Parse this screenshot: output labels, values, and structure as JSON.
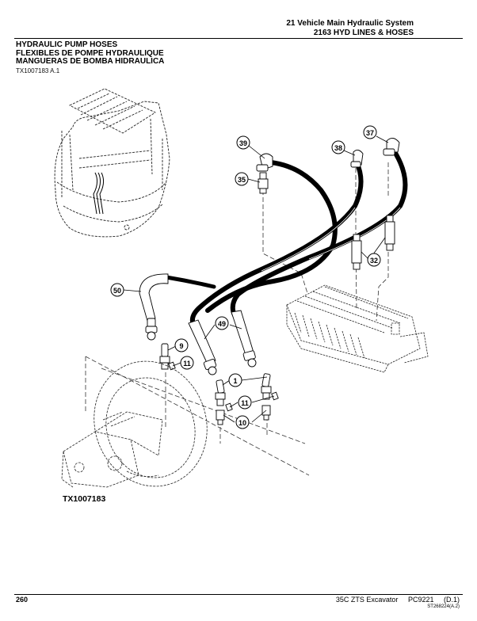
{
  "header": {
    "section": "21 Vehicle Main Hydraulic System",
    "group": "2163 HYD LINES & HOSES"
  },
  "titles": {
    "en": "HYDRAULIC PUMP HOSES",
    "fr": "FLEXIBLES DE POMPE HYDRAULIQUE",
    "es": "MANGUERAS DE BOMBA HIDRAULICA"
  },
  "figure_ref": "TX1007183 A.1",
  "figure_label": "TX1007183",
  "callouts": [
    {
      "id": "c39",
      "label": "39"
    },
    {
      "id": "c35",
      "label": "35"
    },
    {
      "id": "c38",
      "label": "38"
    },
    {
      "id": "c37",
      "label": "37"
    },
    {
      "id": "c32",
      "label": "32"
    },
    {
      "id": "c50",
      "label": "50"
    },
    {
      "id": "c49",
      "label": "49"
    },
    {
      "id": "c9",
      "label": "9"
    },
    {
      "id": "c11a",
      "label": "11"
    },
    {
      "id": "c1",
      "label": "1"
    },
    {
      "id": "c11b",
      "label": "11"
    },
    {
      "id": "c10",
      "label": "10"
    }
  ],
  "footer": {
    "page_number": "260",
    "model": "35C ZTS Excavator",
    "catalog": "PC9221",
    "revision": "(D.1)",
    "code": "ST268224(A.2)"
  }
}
